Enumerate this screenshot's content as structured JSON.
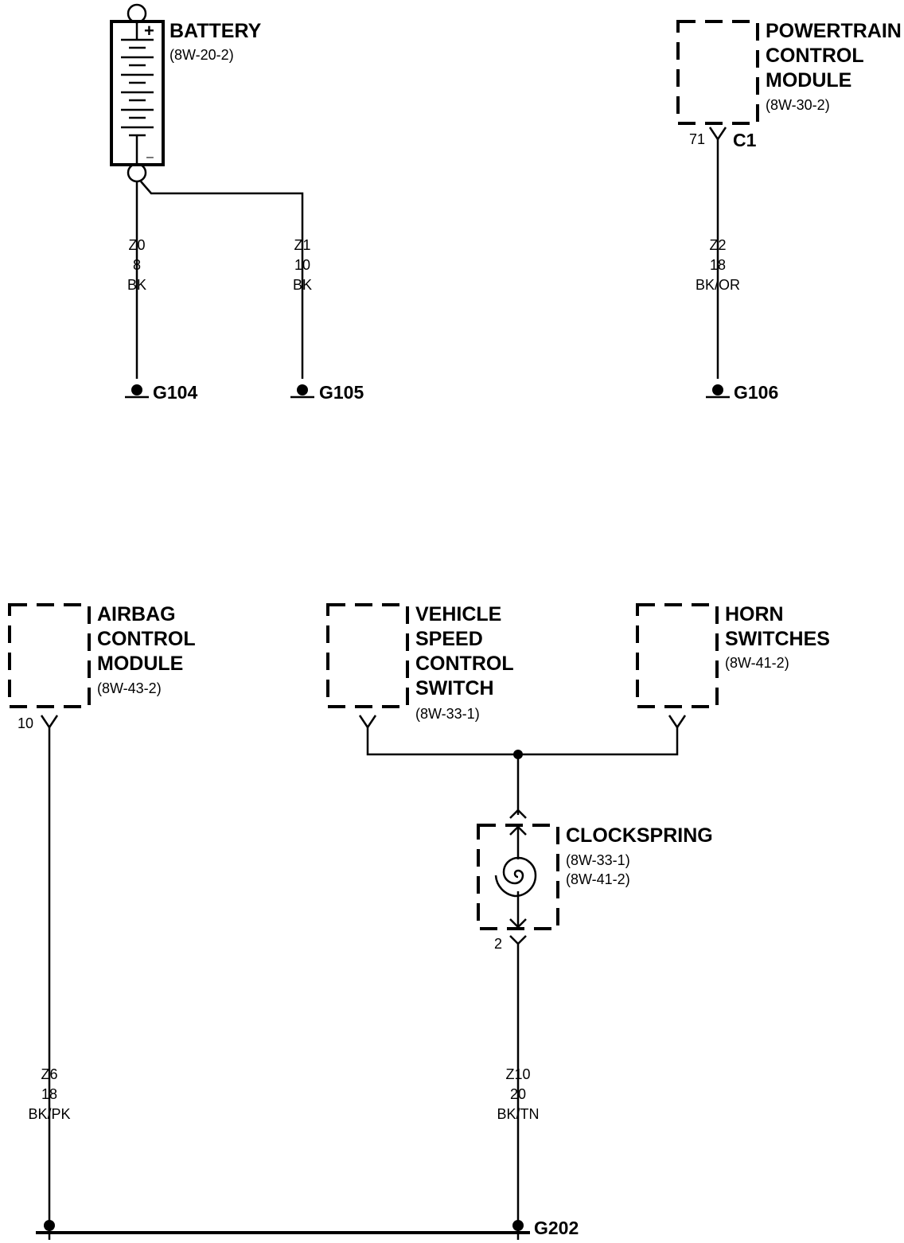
{
  "components": {
    "battery": {
      "title": [
        "BATTERY"
      ],
      "refs": [
        "(8W-20-2)"
      ]
    },
    "pcm": {
      "title": [
        "POWERTRAIN",
        "CONTROL",
        "MODULE"
      ],
      "refs": [
        "(8W-30-2)"
      ],
      "pin": "71",
      "connector": "C1"
    },
    "acm": {
      "title": [
        "AIRBAG",
        "CONTROL",
        "MODULE"
      ],
      "refs": [
        "(8W-43-2)"
      ],
      "pin": "10"
    },
    "vscs": {
      "title": [
        "VEHICLE",
        "SPEED",
        "CONTROL",
        "SWITCH"
      ],
      "refs": [
        "(8W-33-1)"
      ]
    },
    "horn": {
      "title": [
        "HORN",
        "SWITCHES"
      ],
      "refs": [
        "(8W-41-2)"
      ]
    },
    "clockspring": {
      "title": [
        "CLOCKSPRING"
      ],
      "refs": [
        "(8W-33-1)",
        "(8W-41-2)"
      ],
      "pin": "2"
    }
  },
  "wires": {
    "z0": {
      "circuit": "Z0",
      "gauge": "8",
      "color": "BK"
    },
    "z1": {
      "circuit": "Z1",
      "gauge": "10",
      "color": "BK"
    },
    "z2": {
      "circuit": "Z2",
      "gauge": "18",
      "color": "BK/OR"
    },
    "z6": {
      "circuit": "Z6",
      "gauge": "18",
      "color": "BK/PK"
    },
    "z10": {
      "circuit": "Z10",
      "gauge": "20",
      "color": "BK/TN"
    }
  },
  "grounds": {
    "g104": "G104",
    "g105": "G105",
    "g106": "G106",
    "g202": "G202"
  },
  "battery_symbols": {
    "plus": "+",
    "minus": "–"
  }
}
